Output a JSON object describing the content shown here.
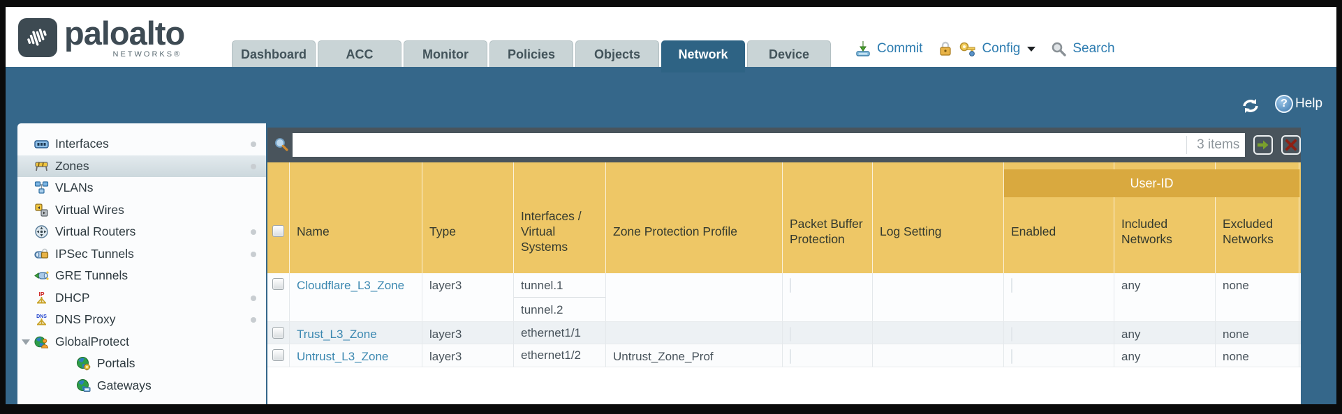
{
  "header": {
    "logo": {
      "brand": "paloalto",
      "sub": "NETWORKS®"
    },
    "tabs": [
      {
        "label": "Dashboard"
      },
      {
        "label": "ACC"
      },
      {
        "label": "Monitor"
      },
      {
        "label": "Policies"
      },
      {
        "label": "Objects"
      },
      {
        "label": "Network",
        "active": true
      },
      {
        "label": "Device"
      }
    ],
    "actions": {
      "commit": "Commit",
      "config": "Config",
      "search": "Search"
    },
    "help_label": "Help"
  },
  "sidebar": {
    "items": [
      {
        "label": "Interfaces",
        "icon": "interfaces-icon",
        "dot": true
      },
      {
        "label": "Zones",
        "icon": "zones-icon",
        "dot": true,
        "selected": true
      },
      {
        "label": "VLANs",
        "icon": "vlans-icon"
      },
      {
        "label": "Virtual Wires",
        "icon": "virtual-wires-icon"
      },
      {
        "label": "Virtual Routers",
        "icon": "virtual-routers-icon",
        "dot": true
      },
      {
        "label": "IPSec Tunnels",
        "icon": "ipsec-tunnels-icon",
        "dot": true
      },
      {
        "label": "GRE Tunnels",
        "icon": "gre-tunnels-icon"
      },
      {
        "label": "DHCP",
        "icon": "dhcp-icon",
        "dot": true
      },
      {
        "label": "DNS Proxy",
        "icon": "dns-proxy-icon",
        "dot": true
      },
      {
        "label": "GlobalProtect",
        "icon": "globalprotect-icon",
        "expandable": true
      },
      {
        "label": "Portals",
        "icon": "portals-icon",
        "indent": true
      },
      {
        "label": "Gateways",
        "icon": "gateways-icon",
        "indent": true
      }
    ]
  },
  "toolbar": {
    "filter_value": "",
    "items_count": "3 items"
  },
  "table": {
    "group_header": "User-ID",
    "columns": [
      "Name",
      "Type",
      "Interfaces / Virtual Systems",
      "Zone Protection Profile",
      "Packet Buffer Protection",
      "Log Setting",
      "Enabled",
      "Included Networks",
      "Excluded Networks"
    ],
    "rows": [
      {
        "name": "Cloudflare_L3_Zone",
        "type": "layer3",
        "interfaces": [
          "tunnel.1",
          "tunnel.2"
        ],
        "zone_protection_profile": "",
        "log_setting": "",
        "included_networks": "any",
        "excluded_networks": "none"
      },
      {
        "name": "Trust_L3_Zone",
        "type": "layer3",
        "interfaces": [
          "ethernet1/1"
        ],
        "zone_protection_profile": "",
        "log_setting": "",
        "included_networks": "any",
        "excluded_networks": "none"
      },
      {
        "name": "Untrust_L3_Zone",
        "type": "layer3",
        "interfaces": [
          "ethernet1/2"
        ],
        "zone_protection_profile": "Untrust_Zone_Prof",
        "log_setting": "",
        "included_networks": "any",
        "excluded_networks": "none"
      }
    ]
  },
  "colors": {
    "teal_header": "#35678A",
    "active_tab": "#2E6384",
    "toolbar_slate": "#49545C",
    "header_gold": "#EEC766",
    "user_id_gold": "#D9A93F",
    "link_blue": "#2D7CB0",
    "zone_link_blue": "#3A87B0",
    "alt_row": "#EDF1F4",
    "apply_green": "#7AA02C",
    "clear_red": "#8D2013"
  }
}
